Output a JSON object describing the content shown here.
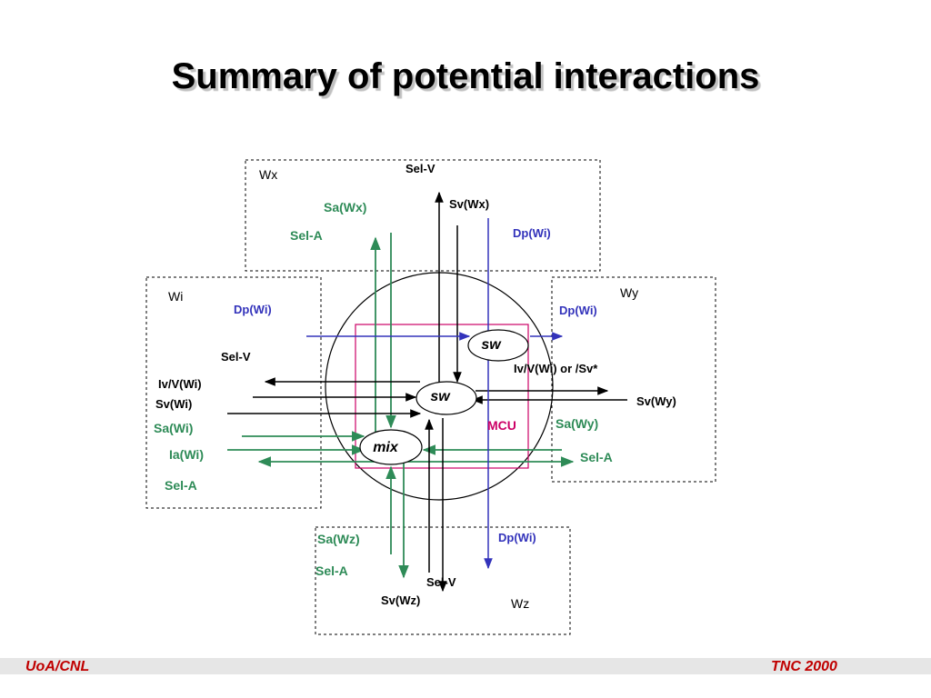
{
  "title": "Summary of potential interactions",
  "footer": {
    "left": "UoA/CNL",
    "right": "TNC 2000"
  },
  "colors": {
    "black": "#000000",
    "blue": "#3333bb",
    "green": "#2e8b57",
    "mcu": "#cc0066",
    "footer_text": "#c00000"
  },
  "boxes": {
    "wx": "Wx",
    "wi": "Wi",
    "wy": "Wy",
    "wz": "Wz"
  },
  "nodes": {
    "sw_top": "sw",
    "sw_center": "sw",
    "mix": "mix",
    "mcu": "MCU"
  },
  "labels": {
    "wx_sel_v": "Sel-V",
    "wx_sa": "Sa(Wx)",
    "wx_sv": "Sv(Wx)",
    "wx_sel_a": "Sel-A",
    "wx_dp": "Dp(Wi)",
    "wi_dp": "Dp(Wi)",
    "wi_sel_v": "Sel-V",
    "wi_iv": "Iv/V(Wi)",
    "wi_sv": "Sv(Wi)",
    "wi_sa": "Sa(Wi)",
    "wi_ia": "Ia(Wi)",
    "wi_sel_a": "Sel-A",
    "wy_dp": "Dp(Wi)",
    "wy_iv": "Iv/V(Wi) or /Sv*",
    "wy_sv": "Sv(Wy)",
    "wy_sa": "Sa(Wy)",
    "wy_sel_a": "Sel-A",
    "wz_sa": "Sa(Wz)",
    "wz_dp": "Dp(Wi)",
    "wz_sel_a": "Sel-A",
    "wz_sel_v": "Sel-V",
    "wz_sv": "Sv(Wz)"
  }
}
